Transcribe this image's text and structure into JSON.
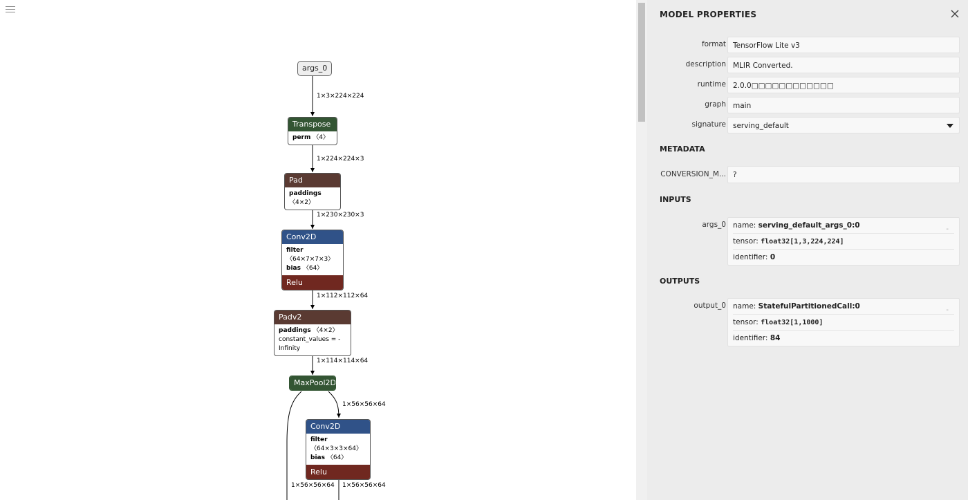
{
  "graph": {
    "input": "args_0",
    "edges": [
      "1×3×224×224",
      "1×224×224×3",
      "1×230×230×3",
      "1×112×112×64",
      "1×114×114×64",
      "1×56×56×64",
      "1×56×56×64",
      "1×56×56×64"
    ],
    "nodes": {
      "transpose": {
        "title": "Transpose",
        "attr_name": "perm",
        "attr_val": "〈4〉"
      },
      "pad": {
        "title": "Pad",
        "attr_name": "paddings",
        "attr_val": "〈4×2〉"
      },
      "conv1": {
        "title": "Conv2D",
        "a1_name": "filter",
        "a1_val": "〈64×7×7×3〉",
        "a2_name": "bias",
        "a2_val": "〈64〉",
        "footer": "Relu"
      },
      "padv2": {
        "title": "Padv2",
        "a1_name": "paddings",
        "a1_val": "〈4×2〉",
        "a2_text": "constant_values = -Infinity"
      },
      "maxpool": {
        "title": "MaxPool2D"
      },
      "conv2": {
        "title": "Conv2D",
        "a1_name": "filter",
        "a1_val": "〈64×3×3×64〉",
        "a2_name": "bias",
        "a2_val": "〈64〉",
        "footer": "Relu"
      }
    }
  },
  "sidebar": {
    "title": "MODEL PROPERTIES",
    "properties": [
      {
        "label": "format",
        "value": "TensorFlow Lite v3"
      },
      {
        "label": "description",
        "value": "MLIR Converted."
      },
      {
        "label": "runtime",
        "value": "2.0.0□□□□□□□□□□□□"
      },
      {
        "label": "graph",
        "value": "main"
      },
      {
        "label": "signature",
        "value": "serving_default"
      }
    ],
    "metadata_title": "METADATA",
    "metadata": {
      "label": "CONVERSION_M...",
      "value": "?"
    },
    "inputs_title": "INPUTS",
    "input": {
      "label": "args_0",
      "name_key": "name: ",
      "name": "serving_default_args_0:0",
      "tensor_key": "tensor: ",
      "tensor": "float32[1,3,224,224]",
      "id_key": "identifier: ",
      "id": "0"
    },
    "outputs_title": "OUTPUTS",
    "output": {
      "label": "output_0",
      "name_key": "name: ",
      "name": "StatefulPartitionedCall:0",
      "tensor_key": "tensor: ",
      "tensor": "float32[1,1000]",
      "id_key": "identifier: ",
      "id": "84"
    }
  }
}
